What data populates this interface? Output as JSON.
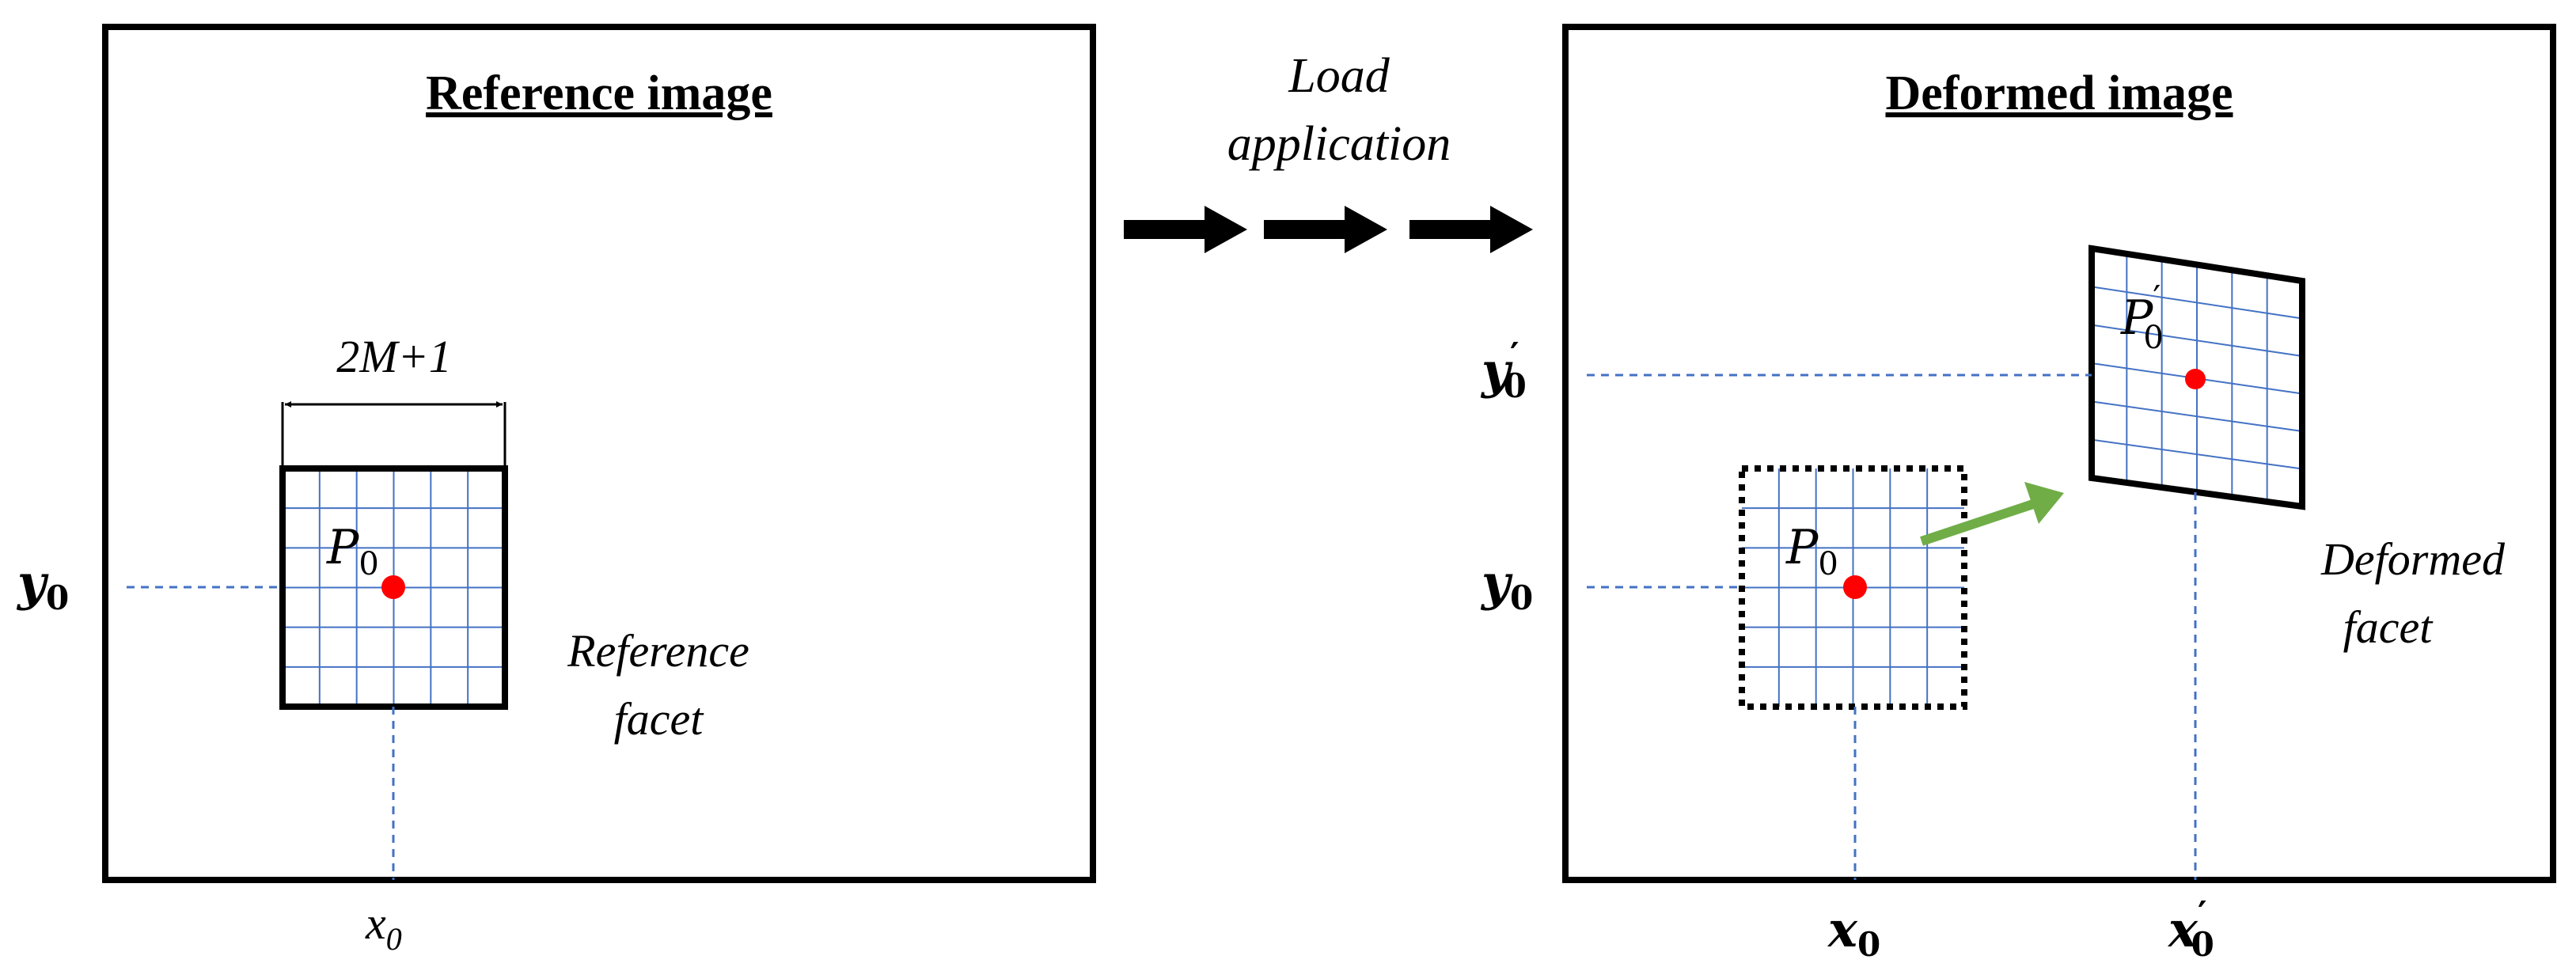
{
  "reference_panel": {
    "title": "Reference image",
    "dimension_label": "2M+1",
    "point_label": "P",
    "point_subscript": "0",
    "facet_label_line1": "Reference",
    "facet_label_line2": "facet",
    "x_axis_label": "x",
    "x_axis_subscript": "0",
    "y_axis_label": "y",
    "y_axis_subscript": "0"
  },
  "transition": {
    "label_line1": "Load",
    "label_line2": "application"
  },
  "deformed_panel": {
    "title": "Deformed image",
    "point_label": "P",
    "point_subscript": "0",
    "deformed_point_label": "P",
    "deformed_point_subscript": "0",
    "deformed_point_prime": "′",
    "facet_label_line1": "Deformed",
    "facet_label_line2": "facet",
    "x_axis_label": "x",
    "x_axis_subscript": "0",
    "x_prime_axis_label": "x",
    "x_prime_axis_subscript": "0",
    "x_prime_mark": "′",
    "y_axis_label": "y",
    "y_axis_subscript": "0",
    "y_prime_axis_label": "y",
    "y_prime_axis_subscript": "0",
    "y_prime_mark": "′"
  },
  "colors": {
    "frame": "#000000",
    "grid": "#4472C4",
    "guide": "#4472C4",
    "point": "#FF0000",
    "displacement_arrow": "#70AD47",
    "load_arrow": "#000000"
  },
  "icons": {
    "load_arrows": "right-arrow-icon",
    "displacement": "diagonal-arrow-icon"
  }
}
